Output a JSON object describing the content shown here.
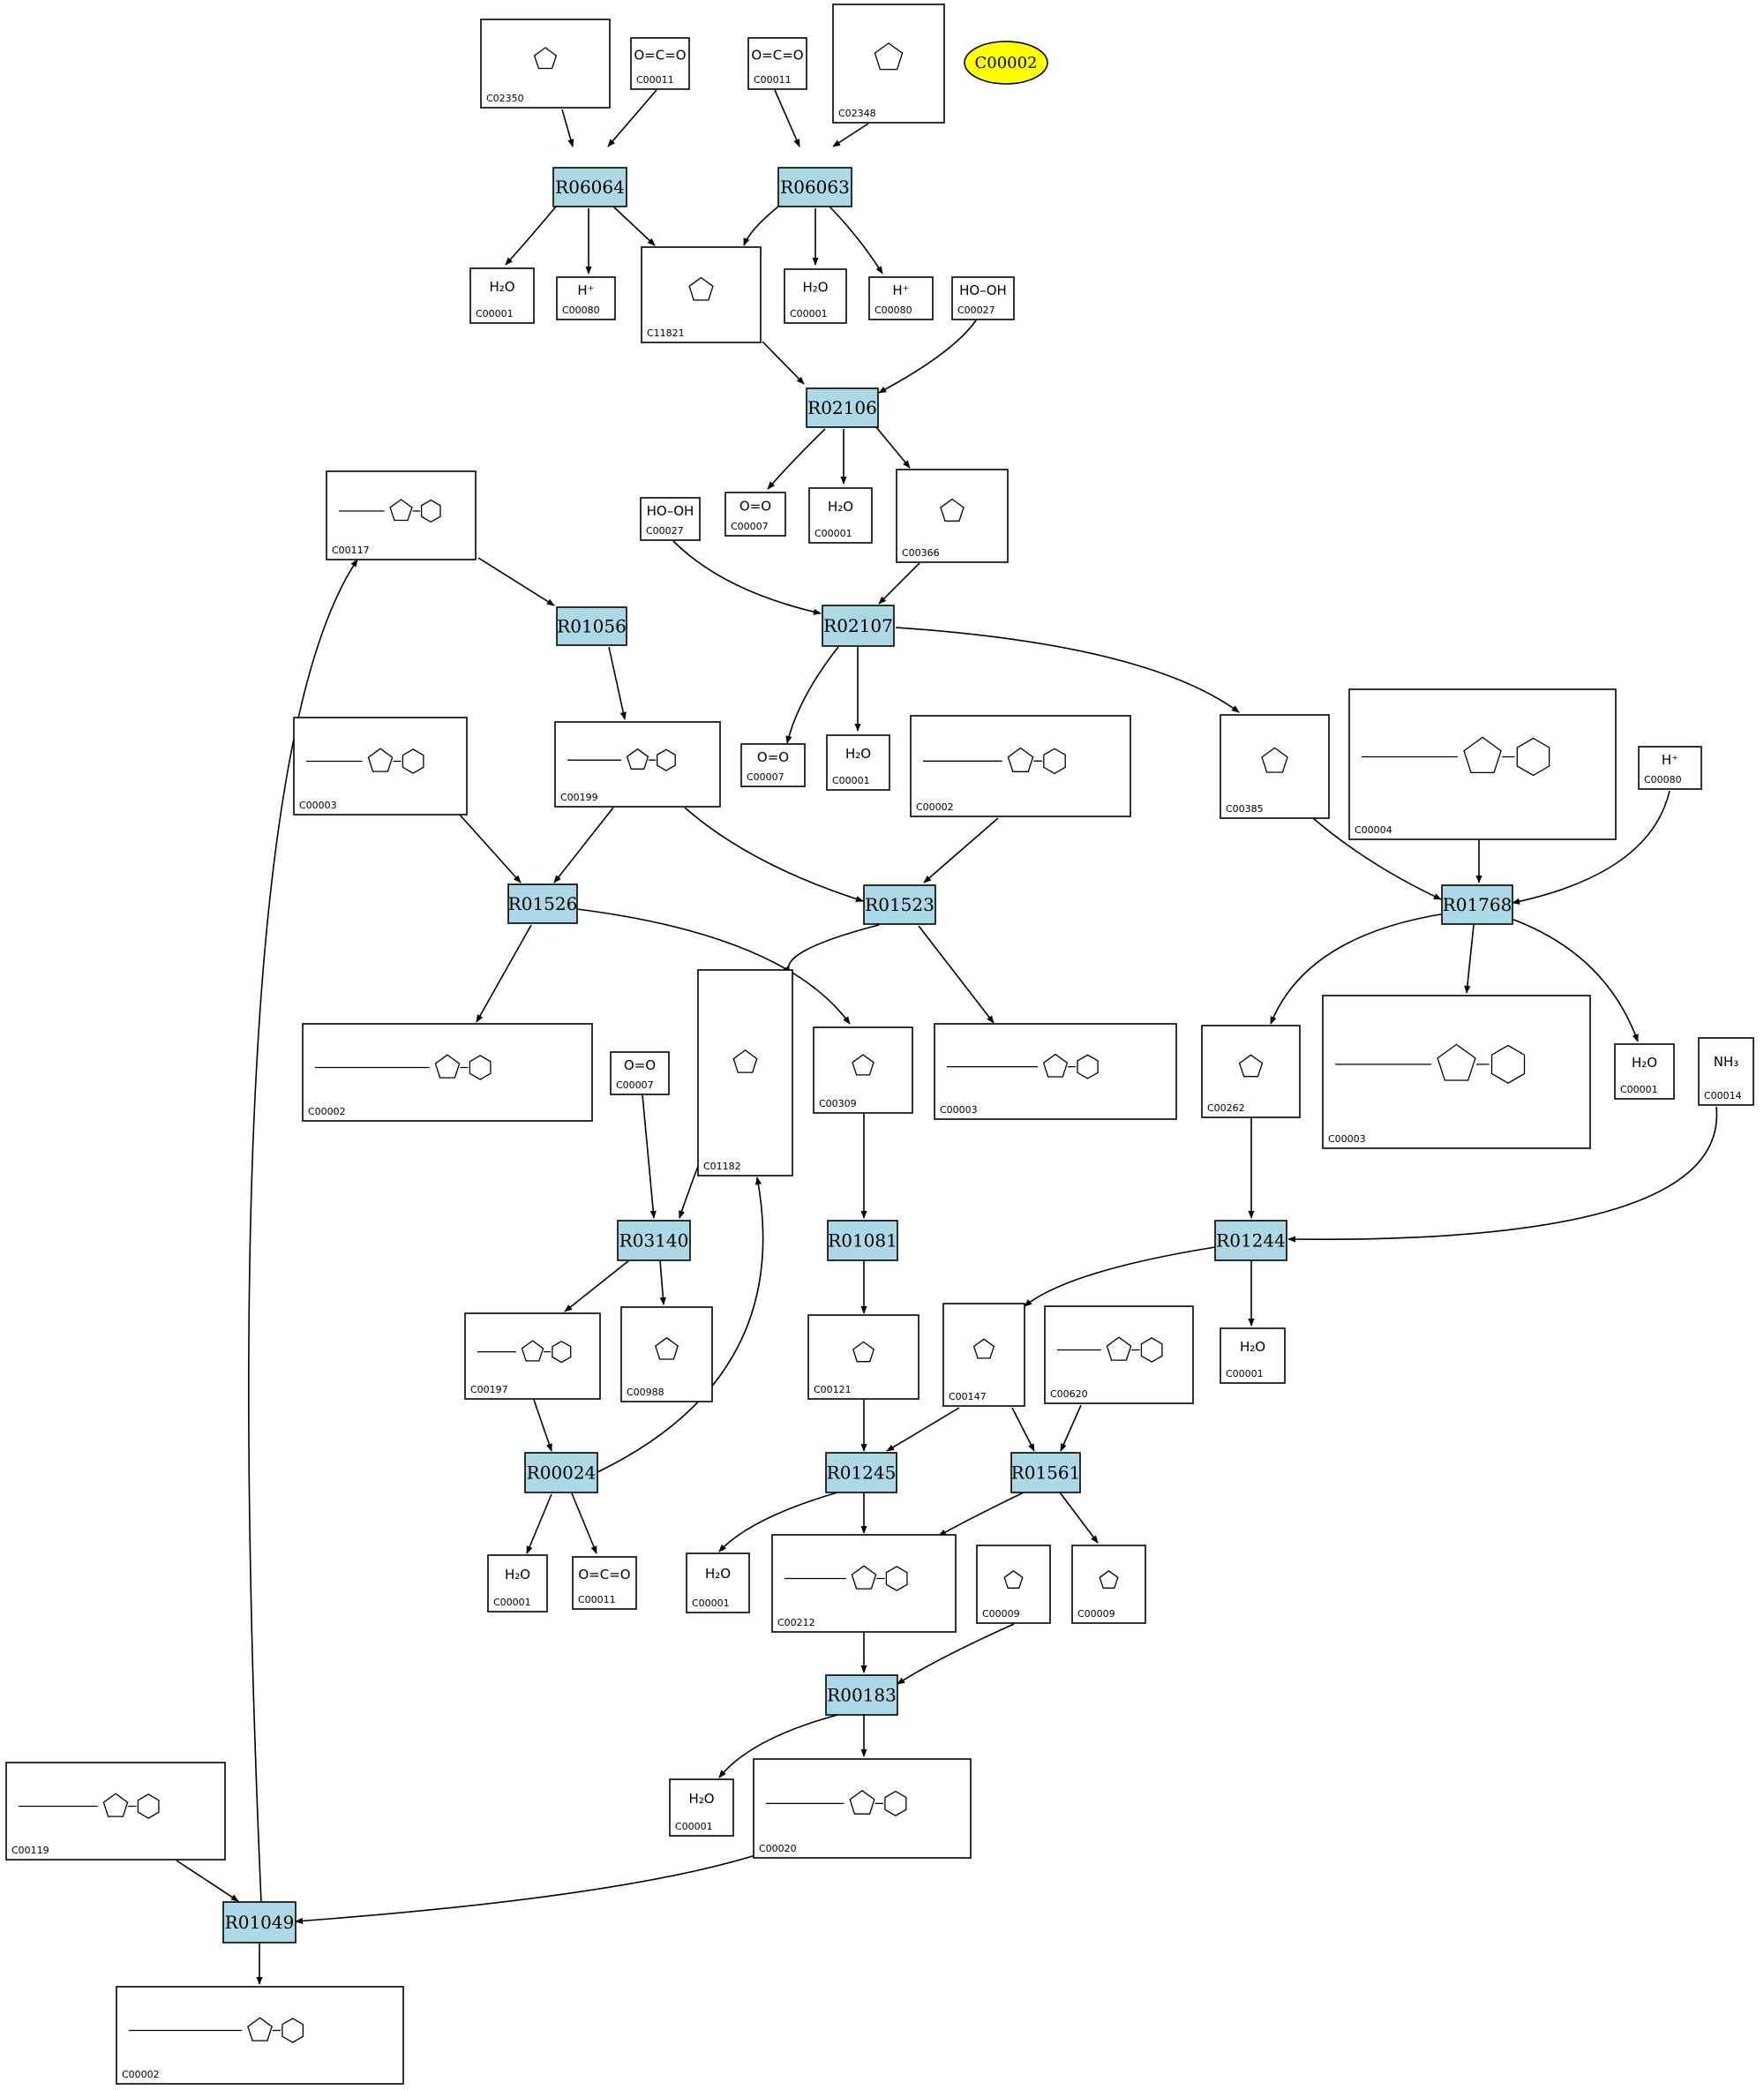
{
  "highlight": {
    "id": "C00002",
    "color": "#ffff00"
  },
  "colors": {
    "reaction_fill": "#add8e6",
    "edge": "#000000",
    "compound_fill": "#ffffff"
  },
  "reactions": [
    {
      "id": "R06064"
    },
    {
      "id": "R06063"
    },
    {
      "id": "R02106"
    },
    {
      "id": "R01056"
    },
    {
      "id": "R02107"
    },
    {
      "id": "R01526"
    },
    {
      "id": "R01523"
    },
    {
      "id": "R01768"
    },
    {
      "id": "R03140"
    },
    {
      "id": "R01081"
    },
    {
      "id": "R01244"
    },
    {
      "id": "R00024"
    },
    {
      "id": "R01245"
    },
    {
      "id": "R01561"
    },
    {
      "id": "R00183"
    },
    {
      "id": "R01049"
    }
  ],
  "compounds": [
    {
      "key": "n1",
      "id": "C02350",
      "formula": ""
    },
    {
      "key": "n2",
      "id": "C00011",
      "formula": "O=C=O"
    },
    {
      "key": "n3",
      "id": "C00011",
      "formula": "O=C=O"
    },
    {
      "key": "n4",
      "id": "C02348",
      "formula": ""
    },
    {
      "key": "n5",
      "id": "C00001",
      "formula": "H₂O"
    },
    {
      "key": "n6",
      "id": "C00080",
      "formula": "H⁺"
    },
    {
      "key": "n7",
      "id": "C11821",
      "formula": ""
    },
    {
      "key": "n8",
      "id": "C00001",
      "formula": "H₂O"
    },
    {
      "key": "n9",
      "id": "C00080",
      "formula": "H⁺"
    },
    {
      "key": "n10",
      "id": "C00027",
      "formula": "HO–OH"
    },
    {
      "key": "n11",
      "id": "C00117",
      "formula": ""
    },
    {
      "key": "n12",
      "id": "C00027",
      "formula": "HO–OH"
    },
    {
      "key": "n13",
      "id": "C00007",
      "formula": "O=O"
    },
    {
      "key": "n14",
      "id": "C00001",
      "formula": "H₂O"
    },
    {
      "key": "n15",
      "id": "C00366",
      "formula": ""
    },
    {
      "key": "n16",
      "id": "C00003",
      "formula": ""
    },
    {
      "key": "n17",
      "id": "C00199",
      "formula": ""
    },
    {
      "key": "n18",
      "id": "C00007",
      "formula": "O=O"
    },
    {
      "key": "n19",
      "id": "C00001",
      "formula": "H₂O"
    },
    {
      "key": "n20",
      "id": "C00002",
      "formula": ""
    },
    {
      "key": "n21",
      "id": "C00385",
      "formula": ""
    },
    {
      "key": "n22",
      "id": "C00004",
      "formula": ""
    },
    {
      "key": "n23",
      "id": "C00080",
      "formula": "H⁺"
    },
    {
      "key": "n24",
      "id": "C00002",
      "formula": ""
    },
    {
      "key": "n25",
      "id": "C01182",
      "formula": ""
    },
    {
      "key": "n26",
      "id": "C00309",
      "formula": ""
    },
    {
      "key": "n27",
      "id": "C00003",
      "formula": ""
    },
    {
      "key": "n28",
      "id": "C00262",
      "formula": ""
    },
    {
      "key": "n29",
      "id": "C00003",
      "formula": ""
    },
    {
      "key": "n30",
      "id": "C00001",
      "formula": "H₂O"
    },
    {
      "key": "n31",
      "id": "C00007",
      "formula": "O=O"
    },
    {
      "key": "n32",
      "id": "C00014",
      "formula": "NH₃"
    },
    {
      "key": "n33",
      "id": "C00197",
      "formula": ""
    },
    {
      "key": "n34",
      "id": "C00988",
      "formula": ""
    },
    {
      "key": "n35",
      "id": "C00121",
      "formula": ""
    },
    {
      "key": "n36",
      "id": "C00001",
      "formula": "H₂O"
    },
    {
      "key": "n37",
      "id": "C00147",
      "formula": ""
    },
    {
      "key": "n38",
      "id": "C00620",
      "formula": ""
    },
    {
      "key": "n39",
      "id": "C00001",
      "formula": "H₂O"
    },
    {
      "key": "n40",
      "id": "C00011",
      "formula": "O=C=O"
    },
    {
      "key": "n41",
      "id": "C00001",
      "formula": "H₂O"
    },
    {
      "key": "n42",
      "id": "C00212",
      "formula": ""
    },
    {
      "key": "n43",
      "id": "C00009",
      "formula": ""
    },
    {
      "key": "n44",
      "id": "C00009",
      "formula": ""
    },
    {
      "key": "n45",
      "id": "C00001",
      "formula": "H₂O"
    },
    {
      "key": "n46",
      "id": "C00020",
      "formula": ""
    },
    {
      "key": "n47",
      "id": "C00119",
      "formula": ""
    },
    {
      "key": "n48",
      "id": "C00002",
      "formula": ""
    }
  ]
}
